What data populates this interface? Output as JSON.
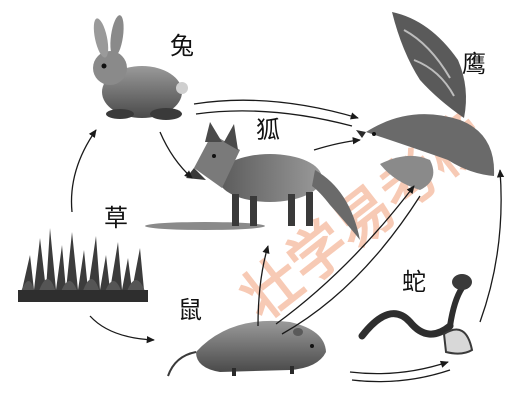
{
  "organisms": {
    "grass": "草",
    "rabbit": "兔",
    "fox": "狐",
    "mouse": "鼠",
    "snake": "蛇",
    "hawk": "鹰"
  },
  "watermark": {
    "text": "壮学易考榜",
    "color": "#f2a07a"
  },
  "colors": {
    "ink": "#111111",
    "arrow": "#1a1a1a",
    "fur_dark": "#3a3a3a",
    "fur_mid": "#7a7a7a",
    "fur_light": "#bdbdbd"
  }
}
